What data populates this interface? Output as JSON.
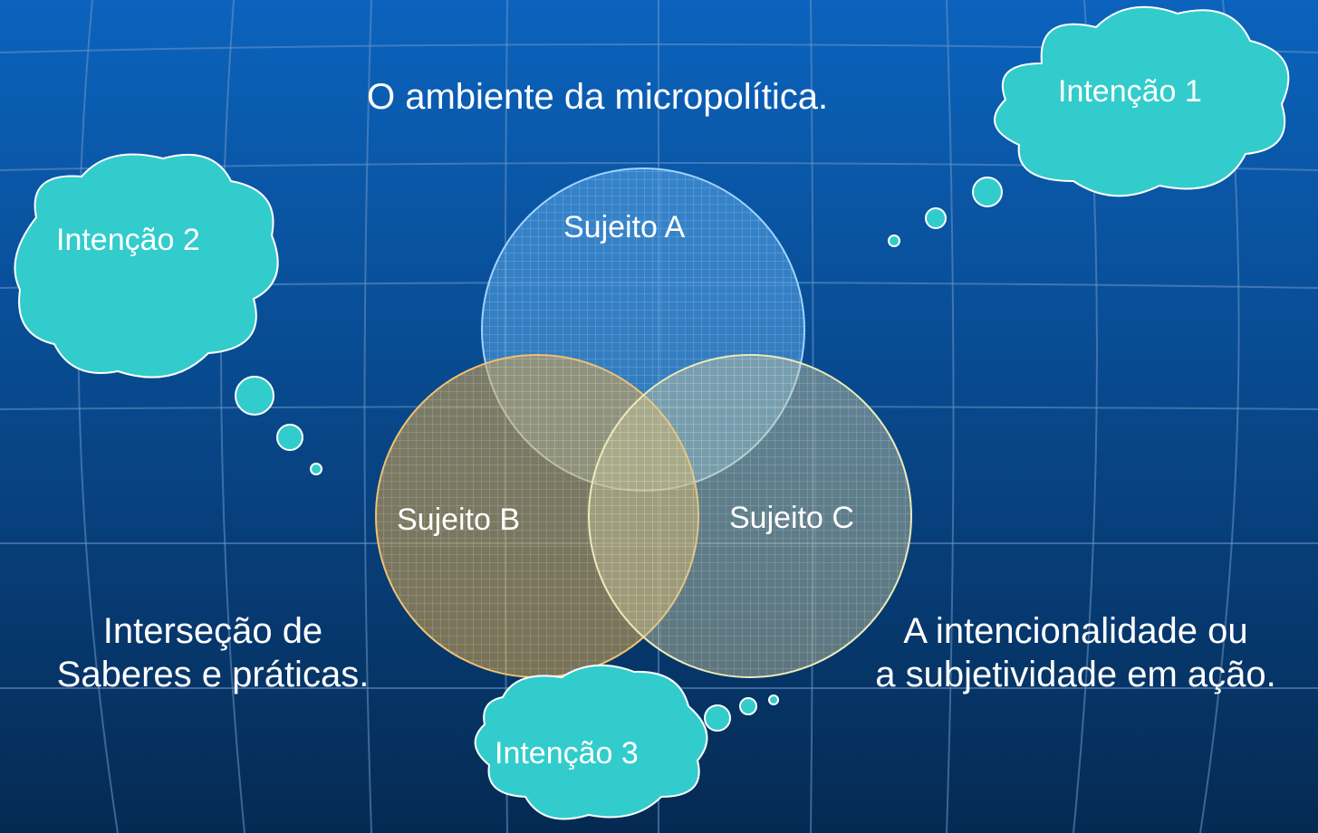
{
  "title": "O ambiente da micropolítica.",
  "circles": {
    "a": {
      "label": "Sujeito A",
      "color": "#5aa8e8"
    },
    "b": {
      "label": "Sujeito B",
      "color": "#d9a64a"
    },
    "c": {
      "label": "Sujeito C",
      "color": "#c9c79c"
    }
  },
  "clouds": {
    "one": {
      "label": "Intenção 1"
    },
    "two": {
      "label": "Intenção 2"
    },
    "three": {
      "label": "Intenção 3"
    }
  },
  "captions": {
    "left": [
      "Interseção de",
      "Saberes e práticas."
    ],
    "right": [
      "A intencionalidade ou",
      "a subjetividade em ação."
    ]
  },
  "colors": {
    "background_top": "#0a5fb5",
    "background_bottom": "#062a52",
    "cloud_fill": "#33cccc"
  }
}
